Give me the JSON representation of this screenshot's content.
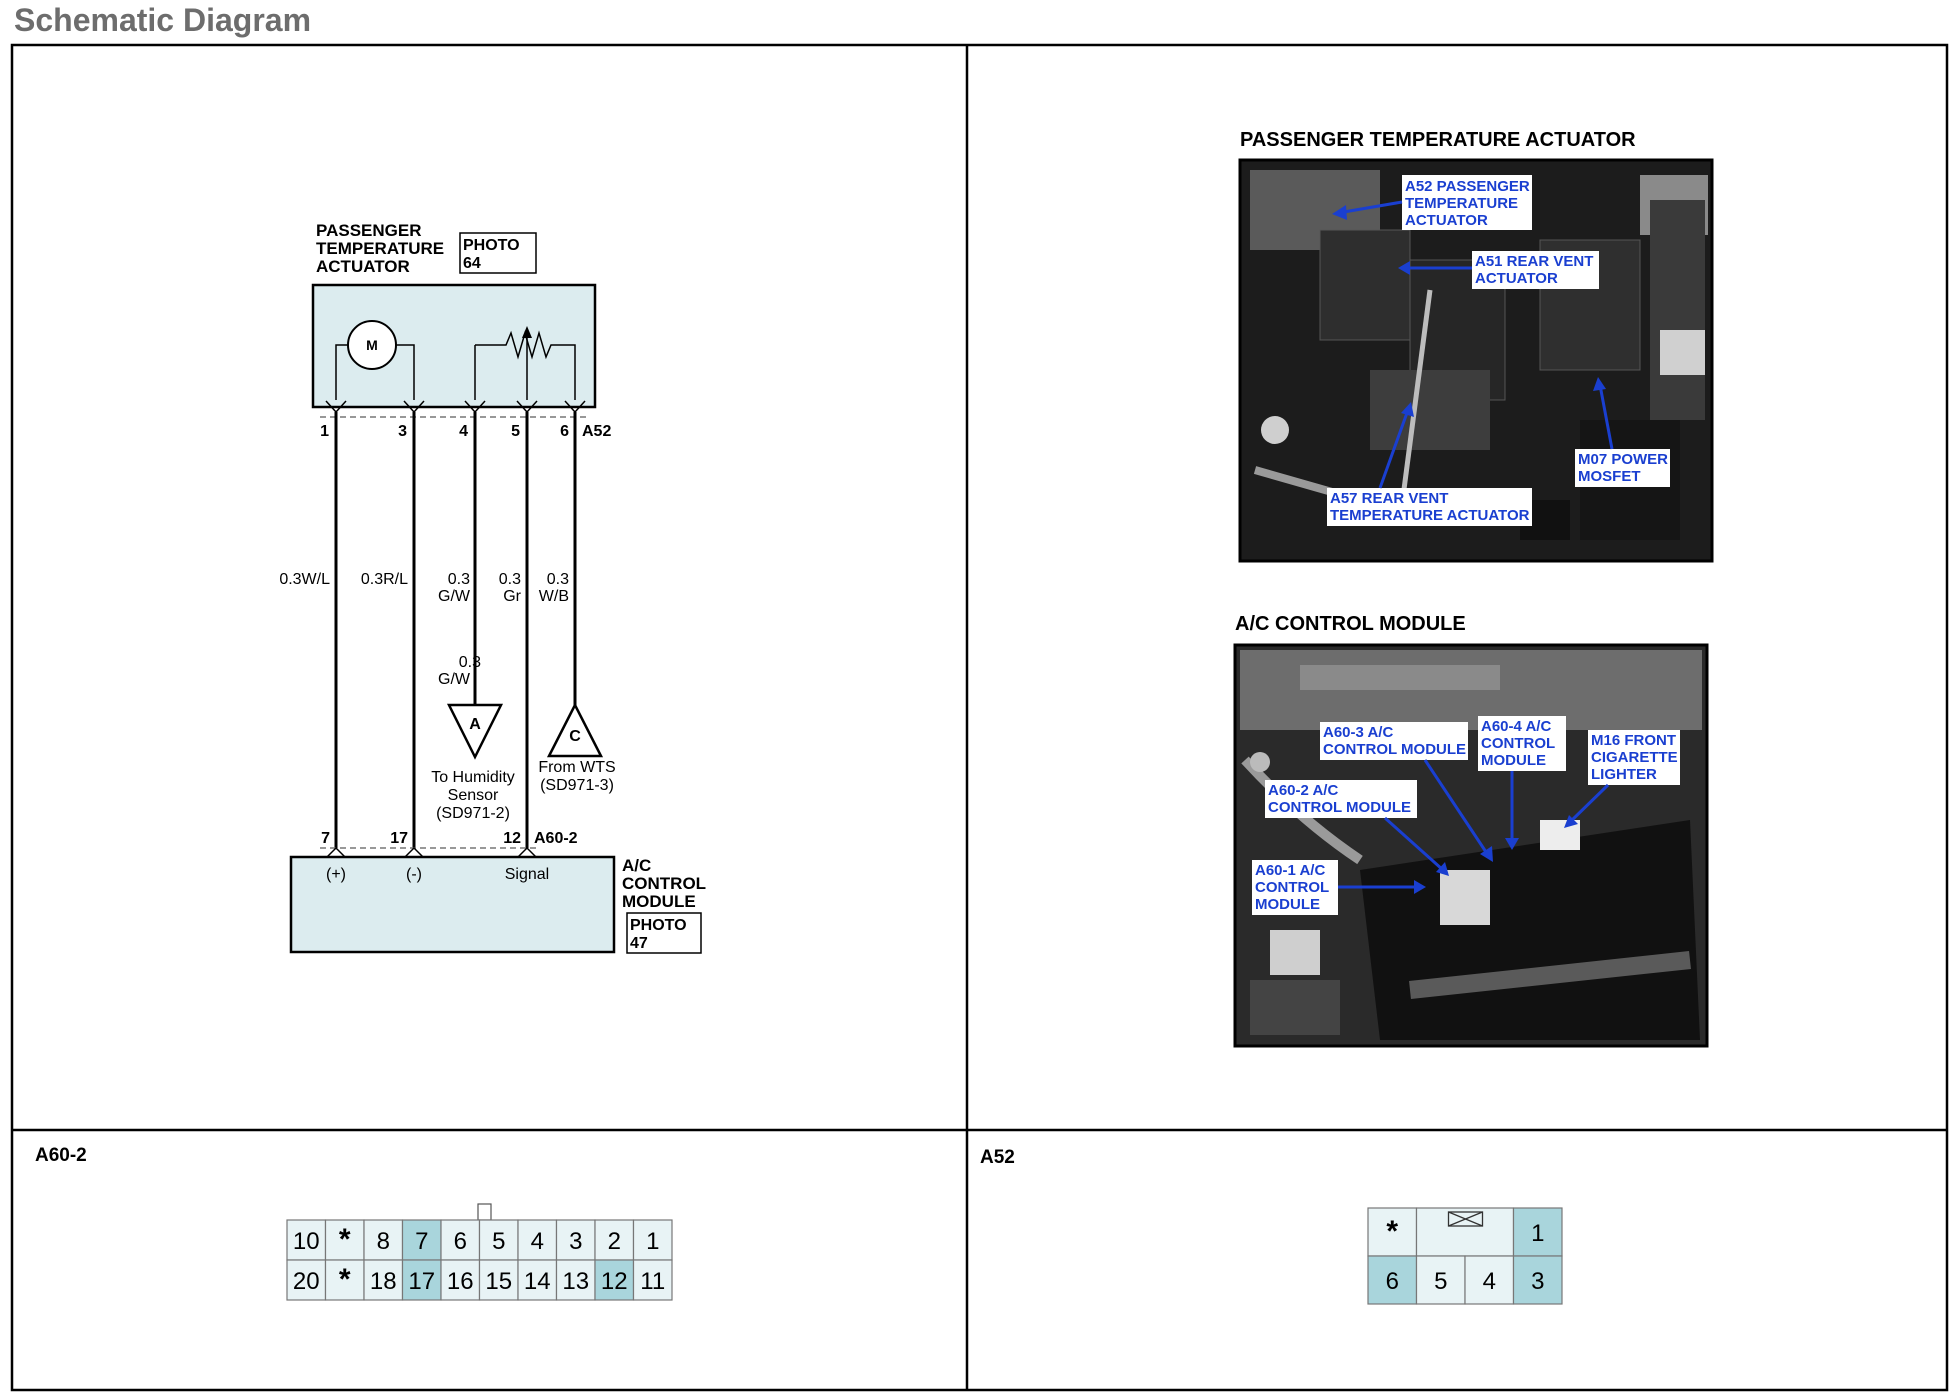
{
  "page": {
    "title": "Schematic Diagram"
  },
  "schematic": {
    "actuator": {
      "name_lines": [
        "PASSENGER",
        "TEMPERATURE",
        "ACTUATOR"
      ],
      "photo_lines": [
        "PHOTO",
        "64"
      ],
      "motor_label": "M",
      "connector": "A52"
    },
    "pins_top": [
      "1",
      "3",
      "4",
      "5",
      "6"
    ],
    "wires": [
      {
        "size": "0.3W/L"
      },
      {
        "size": "0.3R/L"
      },
      {
        "size": "0.3",
        "color": "G/W"
      },
      {
        "size": "0.3",
        "color": "Gr"
      },
      {
        "size": "0.3",
        "color": "W/B"
      }
    ],
    "branch_wire": {
      "size": "0.3",
      "color": "G/W"
    },
    "connector_a": {
      "letter": "A",
      "text_lines": [
        "To Humidity",
        "Sensor",
        "(SD971-2)"
      ]
    },
    "connector_c": {
      "letter": "C",
      "text_lines": [
        "From WTS",
        "(SD971-3)"
      ]
    },
    "pins_bottom": [
      "7",
      "17",
      "12"
    ],
    "bottom_connector": "A60-2",
    "module": {
      "name_lines": [
        "A/C",
        "CONTROL",
        "MODULE"
      ],
      "photo_lines": [
        "PHOTO",
        "47"
      ],
      "terminals": [
        "(+)",
        "(-)",
        "Signal"
      ]
    }
  },
  "photos": {
    "photo1": {
      "title": "PASSENGER TEMPERATURE ACTUATOR",
      "callouts": [
        {
          "lines": [
            "A52 PASSENGER",
            "TEMPERATURE",
            "ACTUATOR"
          ]
        },
        {
          "lines": [
            "A51 REAR VENT",
            "ACTUATOR"
          ]
        },
        {
          "lines": [
            "M07 POWER",
            "MOSFET"
          ]
        },
        {
          "lines": [
            "A57 REAR VENT",
            "TEMPERATURE ACTUATOR"
          ]
        }
      ]
    },
    "photo2": {
      "title": "A/C CONTROL MODULE",
      "callouts": [
        {
          "lines": [
            "A60-3 A/C",
            "CONTROL MODULE"
          ]
        },
        {
          "lines": [
            "A60-4 A/C",
            "CONTROL",
            "MODULE"
          ]
        },
        {
          "lines": [
            "M16 FRONT",
            "CIGARETTE",
            "LIGHTER"
          ]
        },
        {
          "lines": [
            "A60-2 A/C",
            "CONTROL MODULE"
          ]
        },
        {
          "lines": [
            "A60-1 A/C",
            "CONTROL",
            "MODULE"
          ]
        }
      ]
    }
  },
  "connector_a60_2": {
    "label": "A60-2",
    "row1": [
      "10",
      "*",
      "8",
      "7",
      "6",
      "5",
      "4",
      "3",
      "2",
      "1"
    ],
    "row2": [
      "20",
      "*",
      "18",
      "17",
      "16",
      "15",
      "14",
      "13",
      "12",
      "11"
    ],
    "highlighted": [
      "7",
      "17",
      "12"
    ]
  },
  "connector_a52": {
    "label": "A52",
    "row1": [
      "*",
      "1"
    ],
    "row2": [
      "6",
      "5",
      "4",
      "3"
    ],
    "highlighted": [
      "1",
      "6",
      "3"
    ]
  },
  "colors": {
    "highlight": "#a9d5dc",
    "cell": "#e8f3f5",
    "callout": "#1a3fd0",
    "title_gray": "#6d6d6d"
  }
}
